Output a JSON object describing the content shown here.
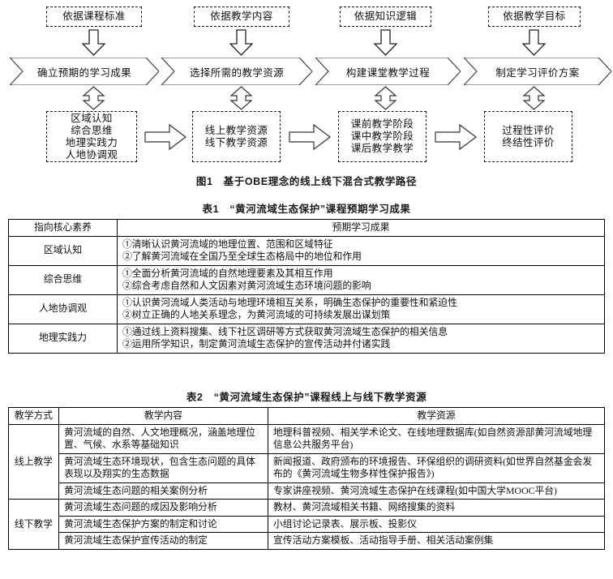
{
  "figure": {
    "caption": "图1　基于OBE理念的线上线下混合式教学路径",
    "criteria_row": [
      {
        "label": "依据课程标准"
      },
      {
        "label": "依据教学内容"
      },
      {
        "label": "依据知识逻辑"
      },
      {
        "label": "依据教学目标"
      }
    ],
    "process_row": [
      {
        "label": "确立预期的学习成果"
      },
      {
        "label": "选择所需的教学资源"
      },
      {
        "label": "构建课堂教学过程"
      },
      {
        "label": "制定学习评价方案"
      }
    ],
    "outcome_row": [
      {
        "lines": [
          "区域认知",
          "综合思维",
          "地理实践力",
          "人地协调观"
        ]
      },
      {
        "lines": [
          "线上教学资源",
          "线下教学资源"
        ]
      },
      {
        "lines": [
          "课前教学阶段",
          "课中教学阶段",
          "课后教学教学"
        ]
      },
      {
        "lines": [
          "过程性评价",
          "终结性评价"
        ]
      }
    ]
  },
  "table1": {
    "caption": "表1　“黄河流域生态保护”课程预期学习成果",
    "headers": [
      "指向核心素养",
      "预期学习成果"
    ],
    "rows": [
      {
        "key": "区域认知",
        "items": [
          "①清晰认识黄河流域的地理位置、范围和区域特征",
          "②了解黄河流域在全国乃至全球生态格局中的地位和作用"
        ]
      },
      {
        "key": "综合思维",
        "items": [
          "①全面分析黄河流域的自然地理要素及其相互作用",
          "②综合考虑自然和人文因素对黄河流域生态环境问题的影响"
        ]
      },
      {
        "key": "人地协调观",
        "items": [
          "①认识黄河流域人类活动与地理环境相互关系，明确生态保护的重要性和紧迫性",
          "②树立正确的人地关系理念，为黄河流域的可持续发展出谋划策"
        ]
      },
      {
        "key": "地理实践力",
        "items": [
          "①通过线上资料搜集、线下社区调研等方式获取黄河流域生态保护的相关信息",
          "②运用所学知识，制定黄河流域生态保护的宣传活动并付诸实践"
        ]
      }
    ]
  },
  "table2": {
    "caption": "表2　“黄河流域生态保护”课程线上与线下教学资源",
    "headers": [
      "教学方式",
      "教学内容",
      "教学资源"
    ],
    "groups": [
      {
        "mode": "线上教学",
        "rows": [
          {
            "content": "黄河流域的自然、人文地理概况，涵盖地理位置、气候、水系等基础知识",
            "resource": "地理科普视频、相关学术论文、在线地理数据库(如自然资源部黄河流域地理信息公共服务平台)"
          },
          {
            "content": "黄河流域生态环境现状，包含生态问题的具体表现以及翔实的生态数据",
            "resource": "新闻报道、政府颁布的环境报告、环保组织的调研资料(如世界自然基金会发布的《黄河流域生物多样性保护报告》)"
          },
          {
            "content": "黄河流域生态问题的相关案例分析",
            "resource": "专家讲座视频、黄河流域生态保护在线课程(如中国大学MOOC平台)"
          }
        ]
      },
      {
        "mode": "线下教学",
        "rows": [
          {
            "content": "黄河流域生态问题的成因及影响分析",
            "resource": "教材、黄河流域相关书籍、网络搜集的资料"
          },
          {
            "content": "黄河流域生态保护方案的制定和讨论",
            "resource": "小组讨论记录表、展示板、投影仪"
          },
          {
            "content": "黄河流域生态保护宣传活动的制定",
            "resource": "宣传活动方案模板、活动指导手册、相关活动案例集"
          }
        ]
      }
    ]
  },
  "colors": {
    "line": "#000000",
    "text": "#111111",
    "background": "#ffffff"
  }
}
